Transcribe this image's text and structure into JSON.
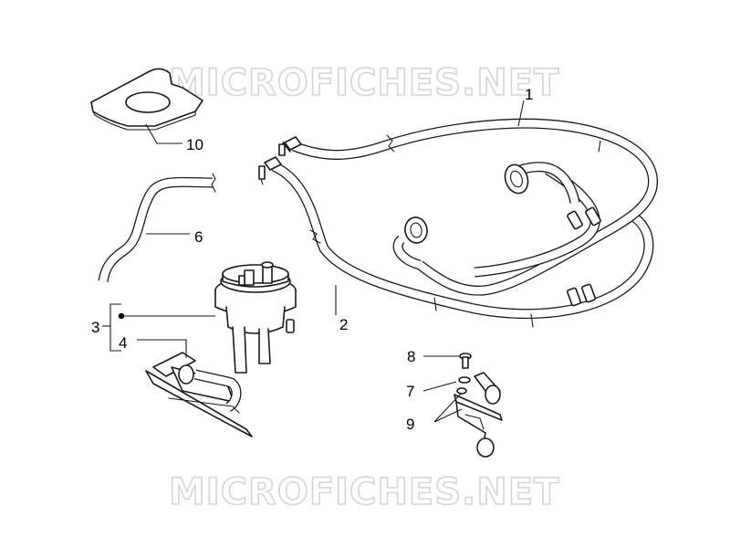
{
  "watermark": {
    "text": "MICROFICHES.NET"
  },
  "callouts": [
    {
      "id": "1",
      "label": "1"
    },
    {
      "id": "2",
      "label": "2"
    },
    {
      "id": "3",
      "label": "3"
    },
    {
      "id": "4",
      "label": "4"
    },
    {
      "id": "6",
      "label": "6"
    },
    {
      "id": "7",
      "label": "7"
    },
    {
      "id": "8",
      "label": "8"
    },
    {
      "id": "9",
      "label": "9"
    },
    {
      "id": "10",
      "label": "10"
    }
  ]
}
